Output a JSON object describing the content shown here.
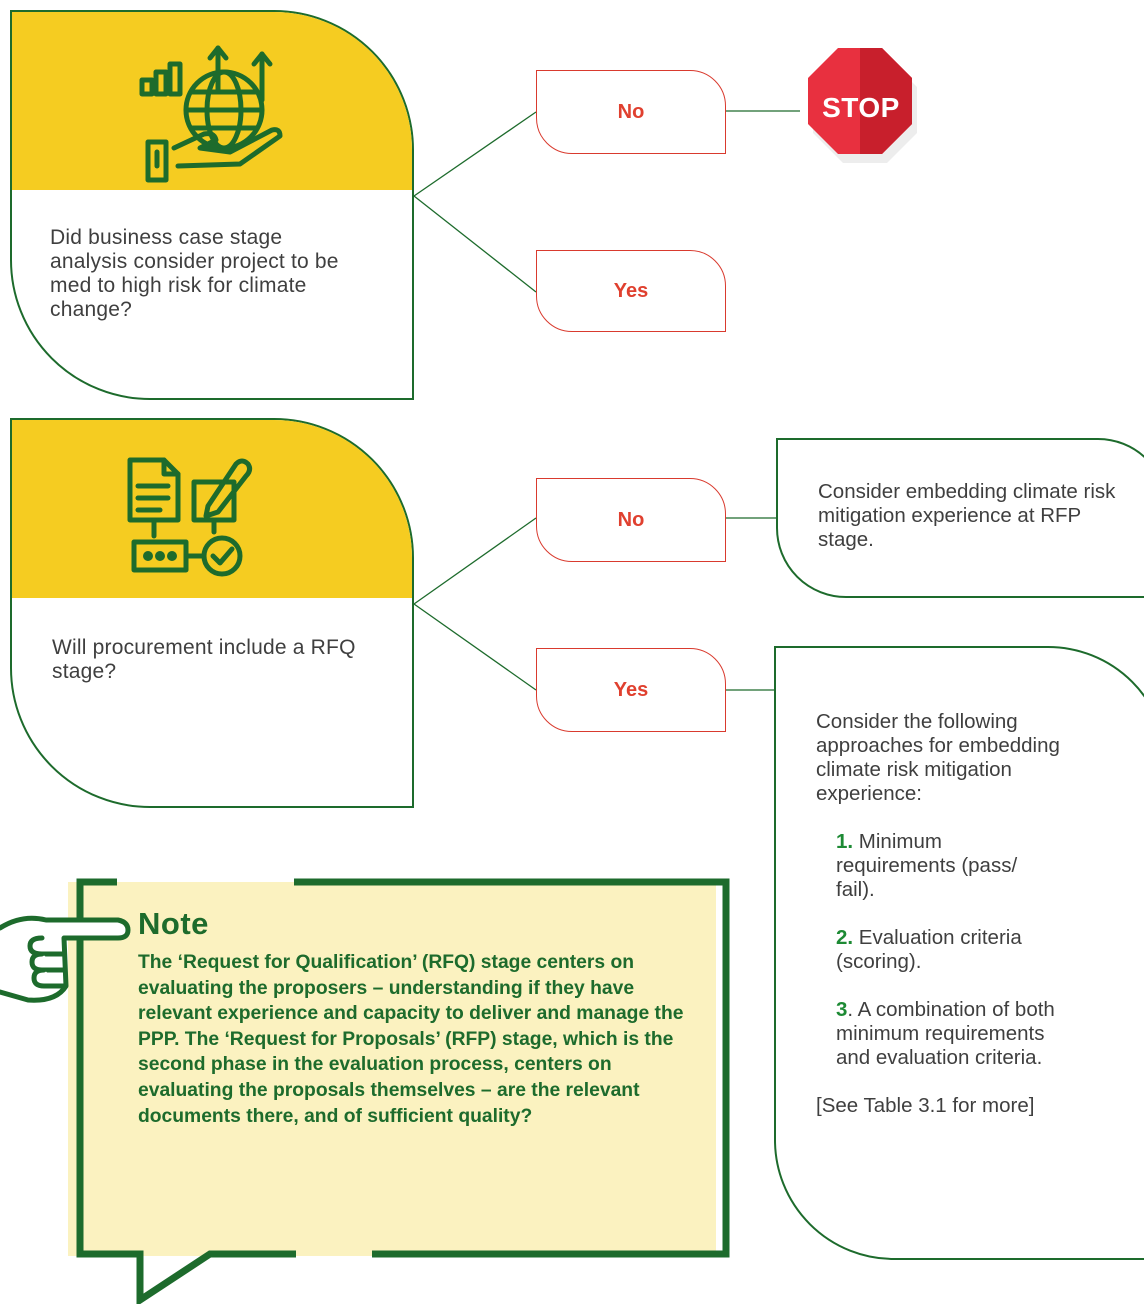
{
  "question1": {
    "text": "Did business case stage analysis consider project to be med to high risk for climate change?",
    "icon": "globe-growth-hand-icon",
    "no_label": "No",
    "yes_label": "Yes",
    "stop_label": "STOP"
  },
  "question2": {
    "text": "Will procurement include a RFQ stage?",
    "icon": "document-checklist-icon",
    "no_label": "No",
    "yes_label": "Yes",
    "no_outcome": "Consider embedding climate risk mitigation experience at RFP stage.",
    "yes_outcome": {
      "intro": "Consider the following approaches for embedding climate risk mitigation experience:",
      "items": [
        {
          "num": "1.",
          "text": " Minimum requirements (pass/ fail)."
        },
        {
          "num": "2.",
          "text": " Evaluation criteria (scoring)."
        },
        {
          "num": "3",
          "text": ". A combination of both minimum requirements and evaluation criteria."
        }
      ],
      "footer": "[See Table 3.1 for more]"
    }
  },
  "note": {
    "title": "Note",
    "body": "The ‘Request for Qualification’ (RFQ) stage centers on evaluating the proposers – understanding if they have relevant experience and capacity to deliver and manage the PPP. The ‘Request for Proposals’ (RFP) stage, which is the second phase in the evaluation process, centers on evaluating the proposals themselves – are the relevant documents there, and of sufficient quality?"
  },
  "colors": {
    "green": "#1d6b2c",
    "yellow": "#f5cc21",
    "red": "#d93a2e",
    "note_bg": "#fbf2c0"
  }
}
